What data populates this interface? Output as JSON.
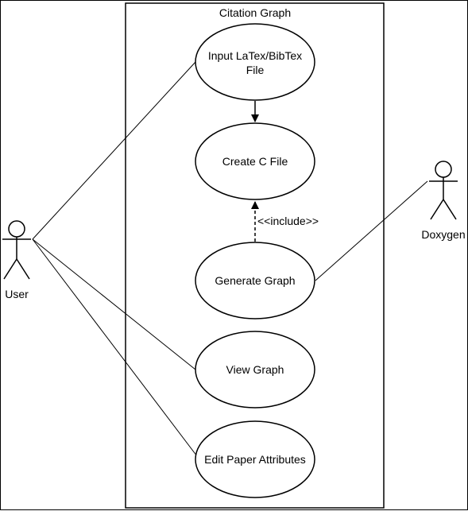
{
  "diagram": {
    "system_title": "Citation Graph",
    "actors": {
      "user": "User",
      "doxygen": "Doxygen"
    },
    "use_cases": {
      "input_file": [
        "Input LaTex/BibTex",
        "File"
      ],
      "create_c_file": "Create C File",
      "generate_graph": "Generate Graph",
      "view_graph": "View Graph",
      "edit_paper_attributes": "Edit Paper Attributes"
    },
    "relations": {
      "include_label": "<<include>>"
    }
  }
}
